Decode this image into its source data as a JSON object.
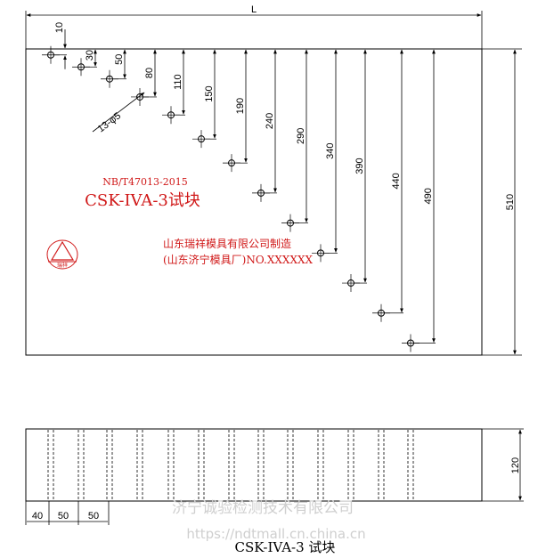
{
  "dimensions": {
    "overall_length": "L",
    "height": "510",
    "thickness": "120",
    "hole_diameter": "13-φ5",
    "depths": [
      "10",
      "30",
      "50",
      "80",
      "110",
      "150",
      "190",
      "240",
      "290",
      "340",
      "390",
      "440",
      "490"
    ],
    "bottom_spacing": [
      "40",
      "50",
      "50"
    ]
  },
  "labels": {
    "standard": "NB/T47013-2015",
    "model": "CSK-IVA-3试块",
    "maker": "山东瑞祥模具有限公司制造",
    "maker_sub": "(山东济宁模具厂)NO.XXXXXX",
    "logo_text": "瑞祥"
  },
  "watermark": {
    "company": "济宁诚验检测技术有限公司",
    "url": "https://ndtmall.cn.china.cn"
  },
  "caption": "CSK-IVA-3 试块",
  "colors": {
    "line": "#000000",
    "label_red": "#d01818",
    "watermark": "#cfcfcf"
  }
}
